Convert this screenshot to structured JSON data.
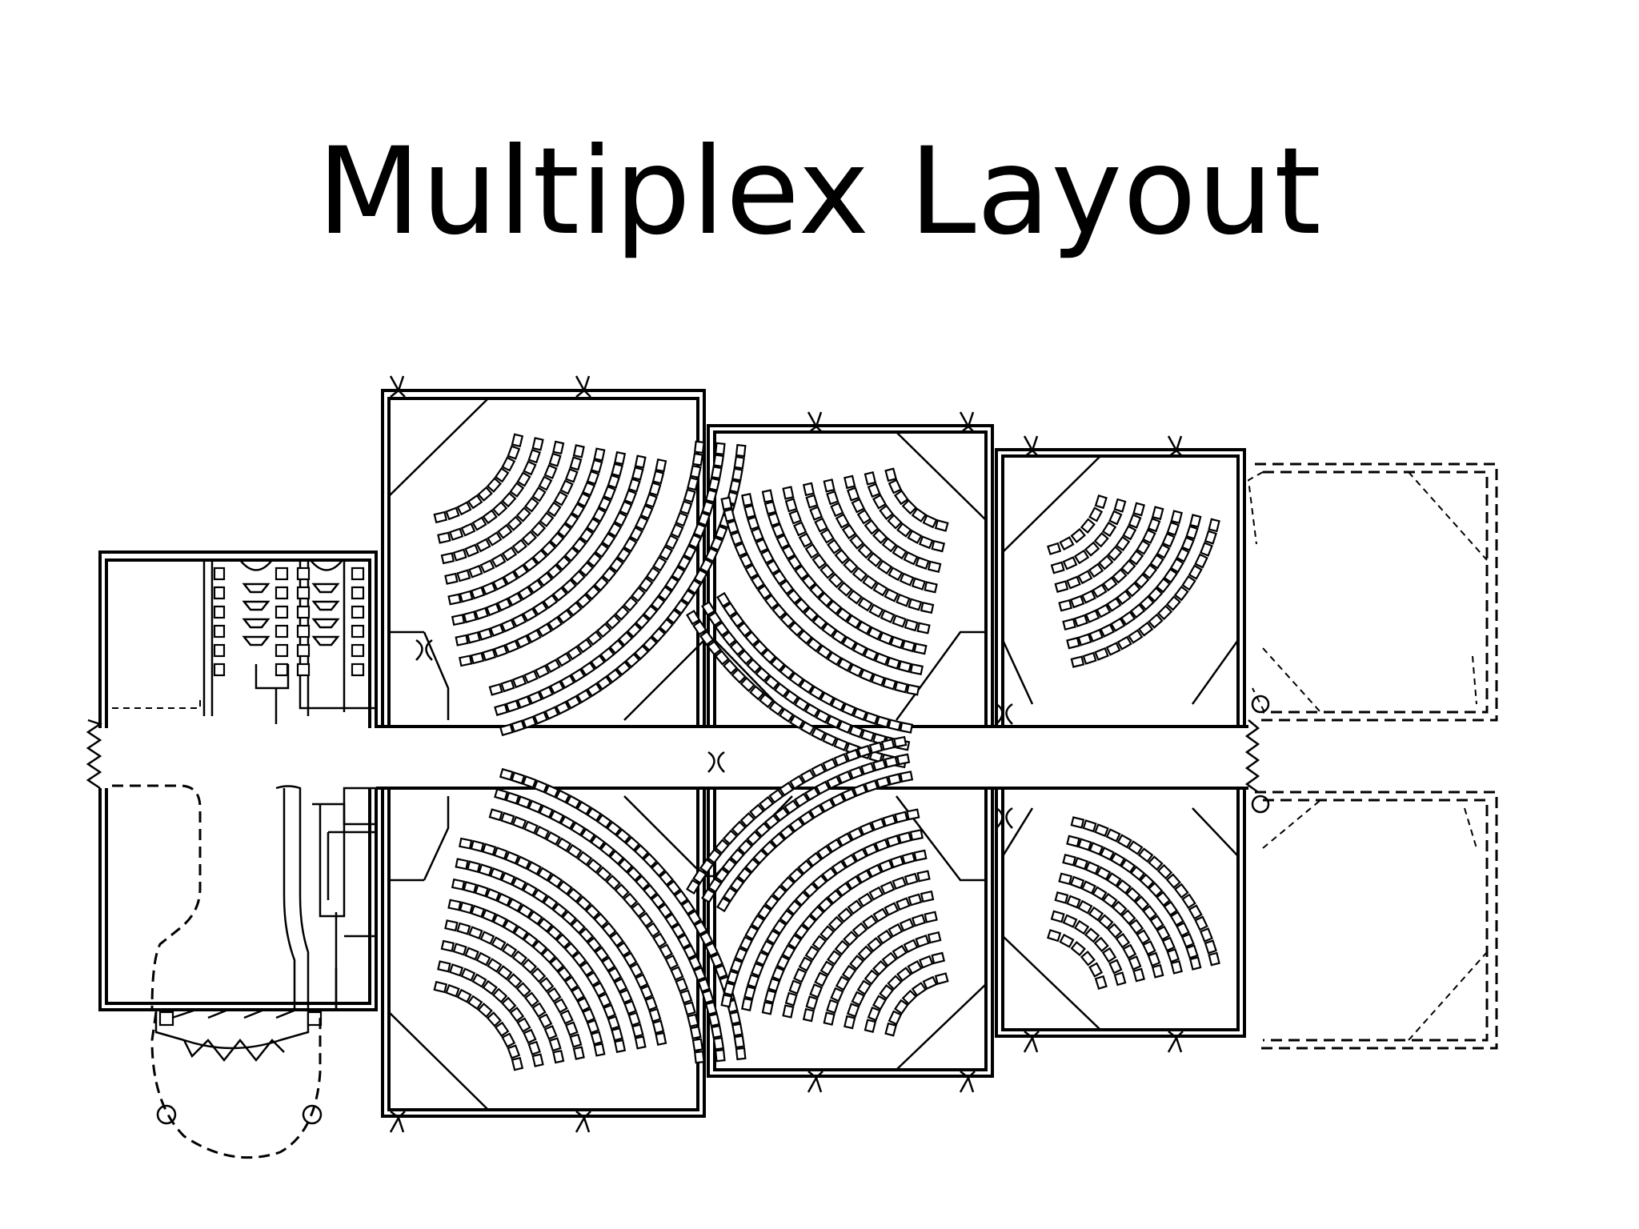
{
  "slide": {
    "title": "Multiplex Layout"
  },
  "diagram": {
    "type": "floor-plan",
    "icons": [
      "seating-row",
      "door-swing",
      "restroom-fixture",
      "column-circle"
    ]
  }
}
